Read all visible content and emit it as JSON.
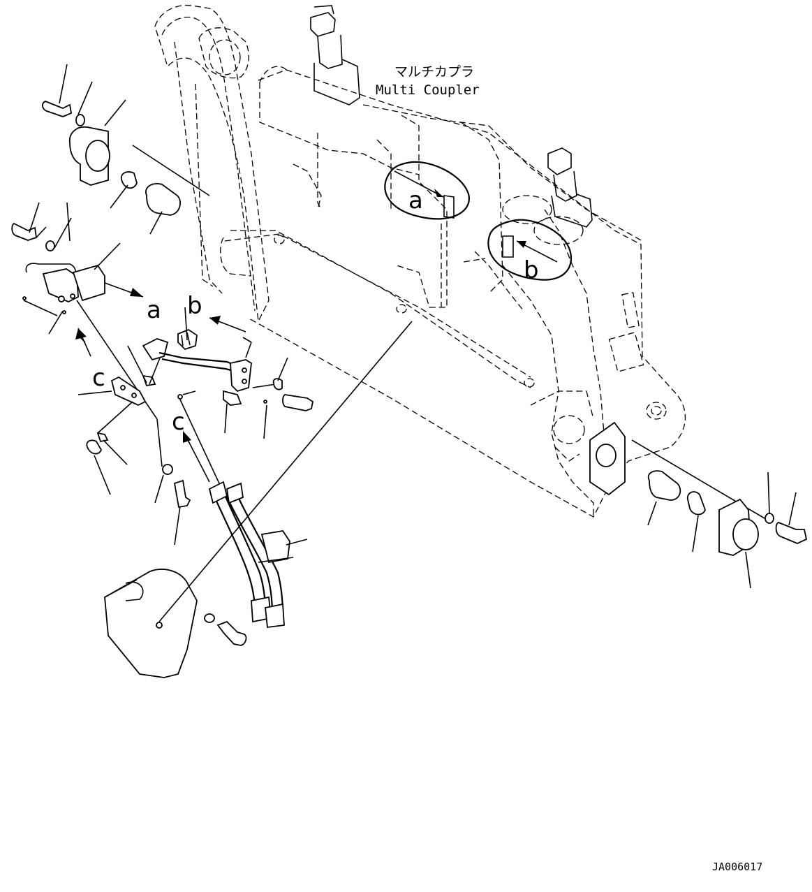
{
  "title_jp": "マルチカプラ",
  "title_en": "Multi Coupler",
  "drawing_id": "JA006017",
  "view_labels": {
    "a": "a",
    "b": "b",
    "c": "c"
  }
}
